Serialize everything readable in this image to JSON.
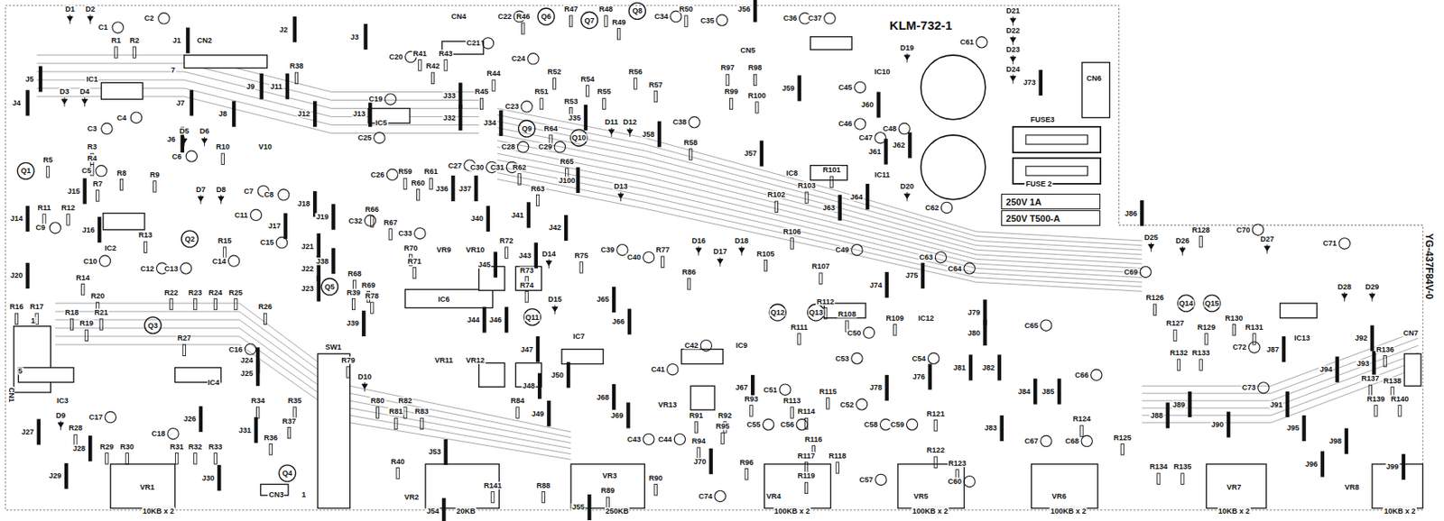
{
  "diagram": {
    "nodes": [
      {
        "text": [
          "250V 1A"
        ]
      },
      {
        "text": [
          "250V T500-A"
        ]
      }
    ],
    "labels": [
      "D1",
      "D2",
      "C1",
      "R1",
      "R2",
      "C2",
      "J1",
      "CN2",
      "7",
      "J2",
      "R38",
      "J5",
      "IC1",
      "J4",
      "D3",
      "D4",
      "J7",
      "J8",
      "J9",
      "J11",
      "J12",
      "C3",
      "C4",
      "J6",
      "Q1",
      "R5",
      "R3",
      "R4",
      "C5",
      "R7",
      "R8",
      "R9",
      "D5",
      "D6",
      "R10",
      "C6",
      "V10",
      "J15",
      "C7",
      "C8",
      "J14",
      "R11",
      "R12",
      "C9",
      "J16",
      "IC2",
      "R13",
      "Q2",
      "D7",
      "D8",
      "C11",
      "R15",
      "C15",
      "J17",
      "C10",
      "R14",
      "C12",
      "C13",
      "C14",
      "J20",
      "R16",
      "R17",
      "R18",
      "R19",
      "R20",
      "R21",
      "R22",
      "R23",
      "R24",
      "R25",
      "R26",
      "Q3",
      "CN1",
      "1",
      "5",
      "C16",
      "R27",
      "IC3",
      "IC4",
      "J21",
      "J22",
      "J23",
      "J24",
      "J25",
      "D9",
      "R28",
      "C17",
      "R29",
      "R30",
      "C18",
      "R31",
      "R32",
      "R33",
      "J26",
      "J27",
      "J28",
      "J29",
      "J30",
      "J31",
      "R34",
      "R35",
      "R36",
      "R37",
      "Q4",
      "CN3",
      "1",
      "VR1",
      "SW1",
      "R39",
      "R40",
      "J53",
      "VR2",
      "J54",
      "R141",
      "R88",
      "J55",
      "R89",
      "VR3",
      "R90",
      "J70",
      "C74",
      "J3",
      "C20",
      "R41",
      "R42",
      "R43",
      "CN4",
      "C21",
      "C19",
      "J13",
      "IC5",
      "C25",
      "C22",
      "R46",
      "Q6",
      "R47",
      "Q7",
      "R48",
      "R49",
      "Q8",
      "C34",
      "R50",
      "C35",
      "J56",
      "C36",
      "C37",
      "CN5",
      "R97",
      "R98",
      "R99",
      "R100",
      "J59",
      "R44",
      "R45",
      "C24",
      "C23",
      "R51",
      "R52",
      "R53",
      "R54",
      "R55",
      "R56",
      "R57",
      "J33",
      "J32",
      "J34",
      "J35",
      "D11",
      "D12",
      "J58",
      "C38",
      "R58",
      "J57",
      "IC8",
      "R101",
      "R102",
      "R103",
      "J60",
      "J61",
      "J62",
      "C45",
      "IC10",
      "D19",
      "KLM-732-1",
      "C61",
      "D21",
      "D22",
      "D23",
      "D24",
      "J73",
      "CN6",
      "FUSE3",
      "FUSE 2",
      "C46",
      "C47",
      "C48",
      "IC11",
      "D20",
      "C62",
      "J63",
      "J64",
      "C26",
      "R59",
      "R60",
      "R61",
      "C27",
      "J36",
      "J37",
      "C30",
      "C31",
      "R62",
      "R63",
      "C28",
      "C29",
      "Q9",
      "R64",
      "Q10",
      "R65",
      "J100",
      "D13",
      "J18",
      "J19",
      "C32",
      "R66",
      "R67",
      "C33",
      "R70",
      "R71",
      "VR9",
      "VR10",
      "J40",
      "R72",
      "J41",
      "J42",
      "J43",
      "R73",
      "D14",
      "R75",
      "C39",
      "C40",
      "R77",
      "R86",
      "D16",
      "D17",
      "D18",
      "R105",
      "R106",
      "R107",
      "C49",
      "J74",
      "J75",
      "C63",
      "C64",
      "J38",
      "R68",
      "R69",
      "R78",
      "Q5",
      "IC6",
      "J45",
      "J44",
      "J46",
      "R74",
      "Q11",
      "D15",
      "J65",
      "J39",
      "R79",
      "D10",
      "R80",
      "R81",
      "R82",
      "R83",
      "VR11",
      "VR12",
      "R84",
      "J47",
      "J48",
      "J49",
      "IC7",
      "J50",
      "J66",
      "C41",
      "C42",
      "IC9",
      "J67",
      "C51",
      "Q12",
      "R111",
      "Q13",
      "R112",
      "R108",
      "C50",
      "R109",
      "IC12",
      "J79",
      "J80",
      "C65",
      "C54",
      "J76",
      "C53",
      "J68",
      "J69",
      "C43",
      "C44",
      "VR13",
      "R91",
      "R92",
      "R93",
      "R94",
      "R95",
      "C55",
      "R96",
      "C56",
      "R113",
      "R114",
      "R115",
      "R116",
      "R117",
      "R118",
      "R119",
      "C52",
      "C57",
      "C58",
      "C59",
      "J78",
      "R121",
      "R122",
      "R123",
      "C60",
      "J81",
      "J82",
      "J83",
      "J84",
      "J85",
      "C66",
      "R124",
      "R125",
      "C67",
      "C68",
      "VR4",
      "VR5",
      "VR6",
      "VR7",
      "VR8",
      "10KB x 2",
      "20KB",
      "250KB",
      "100KB x 2",
      "100KB x 2",
      "100KB x 2",
      "10KB x 2",
      "10KB x 2",
      "J86",
      "D25",
      "D26",
      "R128",
      "C70",
      "D27",
      "C71",
      "C69",
      "R126",
      "Q14",
      "Q15",
      "R127",
      "R129",
      "R130",
      "R131",
      "D28",
      "D29",
      "CN7",
      "R136",
      "C72",
      "R132",
      "R133",
      "IC13",
      "J87",
      "J92",
      "J93",
      "R137",
      "R138",
      "J94",
      "R139",
      "R140",
      "C73",
      "J88",
      "J89",
      "J90",
      "J91",
      "J95",
      "J96",
      "J98",
      "R134",
      "R135",
      "J99",
      "YG-437F84V-0"
    ]
  }
}
